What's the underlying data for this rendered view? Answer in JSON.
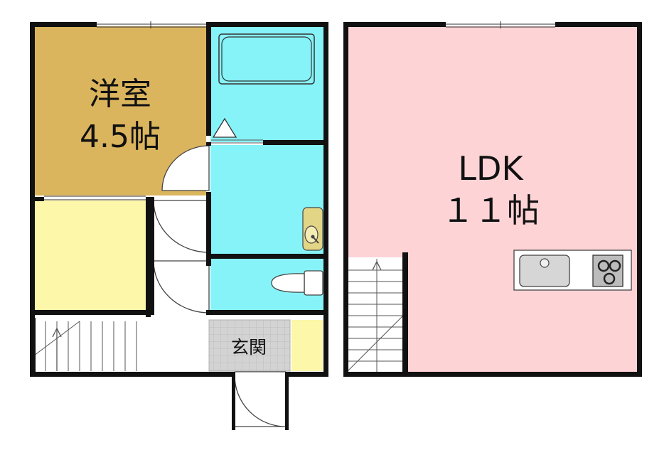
{
  "rooms": {
    "western_room_name": "洋室",
    "western_room_size": "4.5帖",
    "ldk_name": "LDK",
    "ldk_size": "１１帖",
    "entrance": "玄関"
  },
  "colors": {
    "western_room": "#dbb55e",
    "storage": "#fcf7a9",
    "wet_area": "#86f3f8",
    "ldk": "#fdd3d6",
    "entrance_floor": "#d3d3d3",
    "wall": "#111111"
  }
}
